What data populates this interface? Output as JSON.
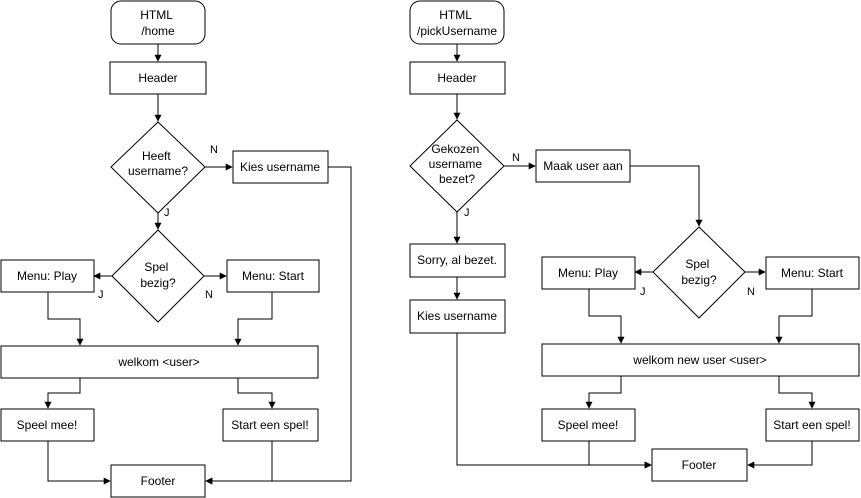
{
  "left": {
    "start": [
      "HTML",
      "/home"
    ],
    "header": "Header",
    "q_username": [
      "Heeft",
      "username?"
    ],
    "choose_username": "Kies username",
    "q_game": [
      "Spel",
      "bezig?"
    ],
    "menu_play": "Menu: Play",
    "menu_start": "Menu: Start",
    "welcome": "welkom <user>",
    "join": "Speel mee!",
    "start_game": "Start een spel!",
    "footer": "Footer",
    "label_n_username": "N",
    "label_j_username": "J",
    "label_j_game": "J",
    "label_n_game": "N"
  },
  "right": {
    "start": [
      "HTML",
      "/pickUsername"
    ],
    "header": "Header",
    "q_taken": [
      "Gekozen",
      "username",
      "bezet?"
    ],
    "create_user": "Maak user aan",
    "sorry": "Sorry, al bezet.",
    "choose_username": "Kies username",
    "q_game": [
      "Spel",
      "bezig?"
    ],
    "menu_play": "Menu: Play",
    "menu_start": "Menu: Start",
    "welcome": "welkom new user <user>",
    "join": "Speel mee!",
    "start_game": "Start een spel!",
    "footer": "Footer",
    "label_n_taken": "N",
    "label_j_taken": "J",
    "label_j_game": "J",
    "label_n_game": "N"
  }
}
